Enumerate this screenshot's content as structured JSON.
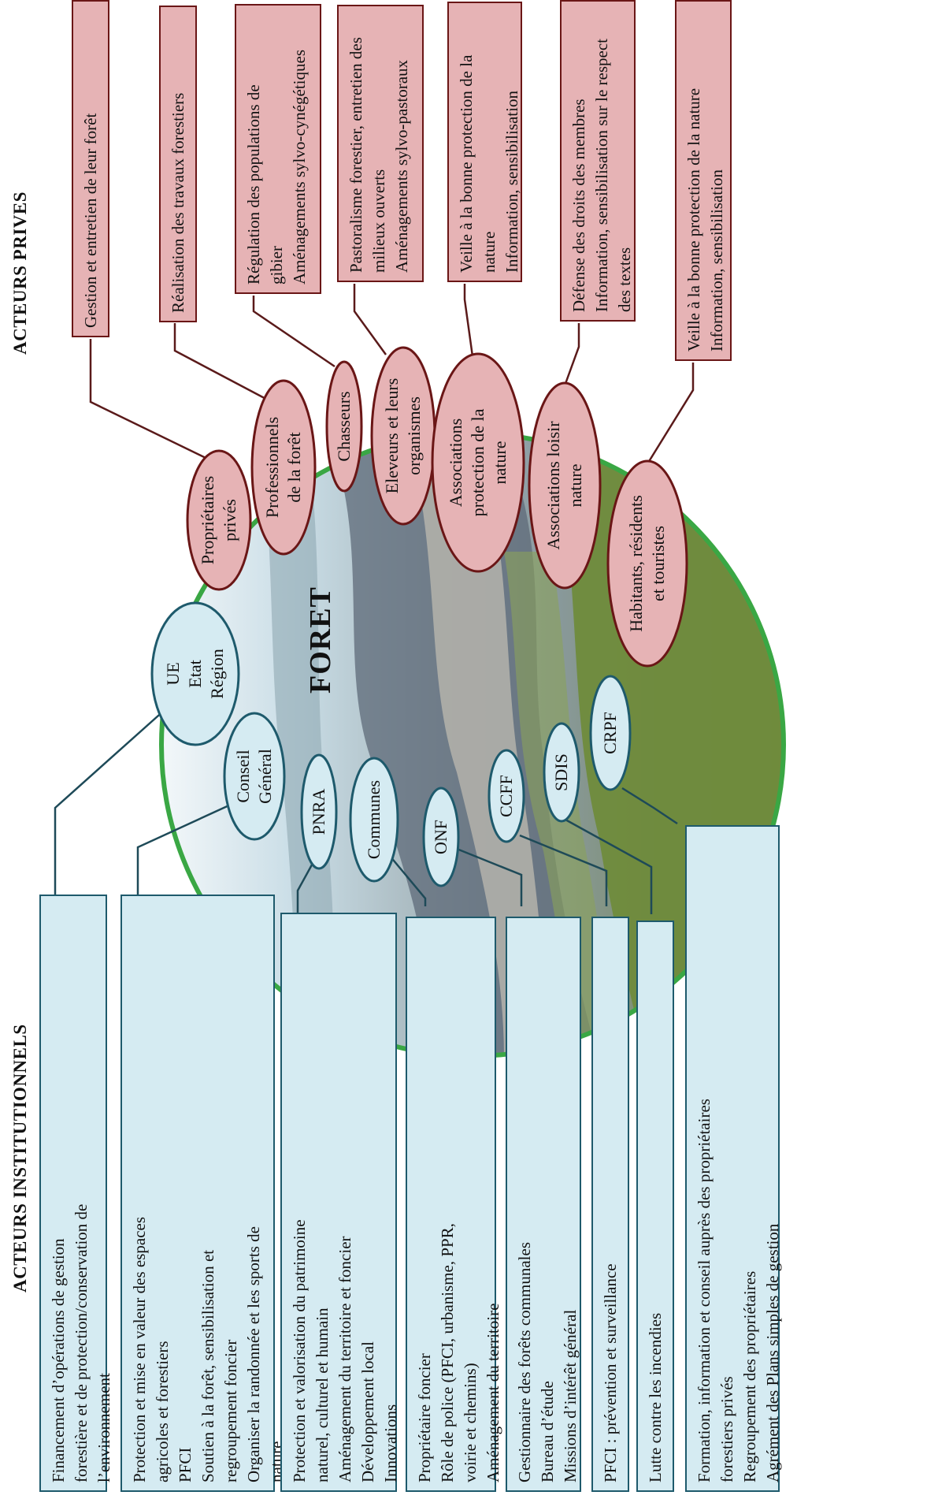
{
  "headings": {
    "private": "ACTEURS PRIVES",
    "institutional": "ACTEURS INSTITUTIONNELS",
    "center": "FORET"
  },
  "colors": {
    "private_fill": "#e6b3b5",
    "private_stroke": "#6a1616",
    "institutional_fill": "#d5ebf2",
    "institutional_stroke": "#1e5a6c",
    "circle_stroke": "#3aa744"
  },
  "private_actors": [
    {
      "name": "Propriétaires\nprivés",
      "role": "Gestion et entretien de leur forêt"
    },
    {
      "name": "Professionnels\nde la forêt",
      "role": "Réalisation des travaux forestiers"
    },
    {
      "name": "Chasseurs",
      "role": "Régulation des populations de\ngibier\nAménagements sylvo-cynégétiques"
    },
    {
      "name": "Eleveurs et leurs\norganismes",
      "role": "Pastoralisme forestier, entretien des\nmilieux ouverts\nAménagements sylvo-pastoraux"
    },
    {
      "name": "Associations\nprotection de la\nnature",
      "role": "Veille à la bonne protection de la\nnature\nInformation, sensibilisation"
    },
    {
      "name": "Associations loisir\nnature",
      "role": "Défense des droits des membres\nInformation, sensibilisation sur le respect\ndes textes"
    },
    {
      "name": "Habitants, résidents\net touristes",
      "role": "Veille à la bonne protection de la nature\nInformation, sensibilisation"
    }
  ],
  "institutional_actors": [
    {
      "name": "UE\nEtat\nRégion",
      "role": "Financement d’opérations de gestion\nforestière et de protection/conservation de\nl’environnement"
    },
    {
      "name": "Conseil\nGénéral",
      "role": "Protection et mise en valeur des espaces\nagricoles et forestiers\nPFCI\nSoutien à la forêt, sensibilisation et\nregroupement foncier\nOrganiser la randonnée et les sports de\nnature"
    },
    {
      "name": "PNRA",
      "role": "Protection et valorisation du patrimoine\nnaturel, culturel et humain\nAménagement du territoire et foncier\nDéveloppement local\nInnovations"
    },
    {
      "name": "Communes",
      "role": "Propriétaire foncier\nRôle de police (PFCI, urbanisme, PPR,\nvoirie et chemins)\nAménagement du territoire"
    },
    {
      "name": "ONF",
      "role": "Gestionnaire des forêts communales\nBureau d’étude\nMissions d’intérêt général"
    },
    {
      "name": "CCFF",
      "role": "PFCI : prévention et surveillance"
    },
    {
      "name": "SDIS",
      "role": "Lutte contre les incendies"
    },
    {
      "name": "CRPF",
      "role": "Formation, information et conseil auprès des propriétaires\nforestiers privés\nRegroupement des propriétaires\nAgrément des Plans simples de gestion"
    }
  ]
}
